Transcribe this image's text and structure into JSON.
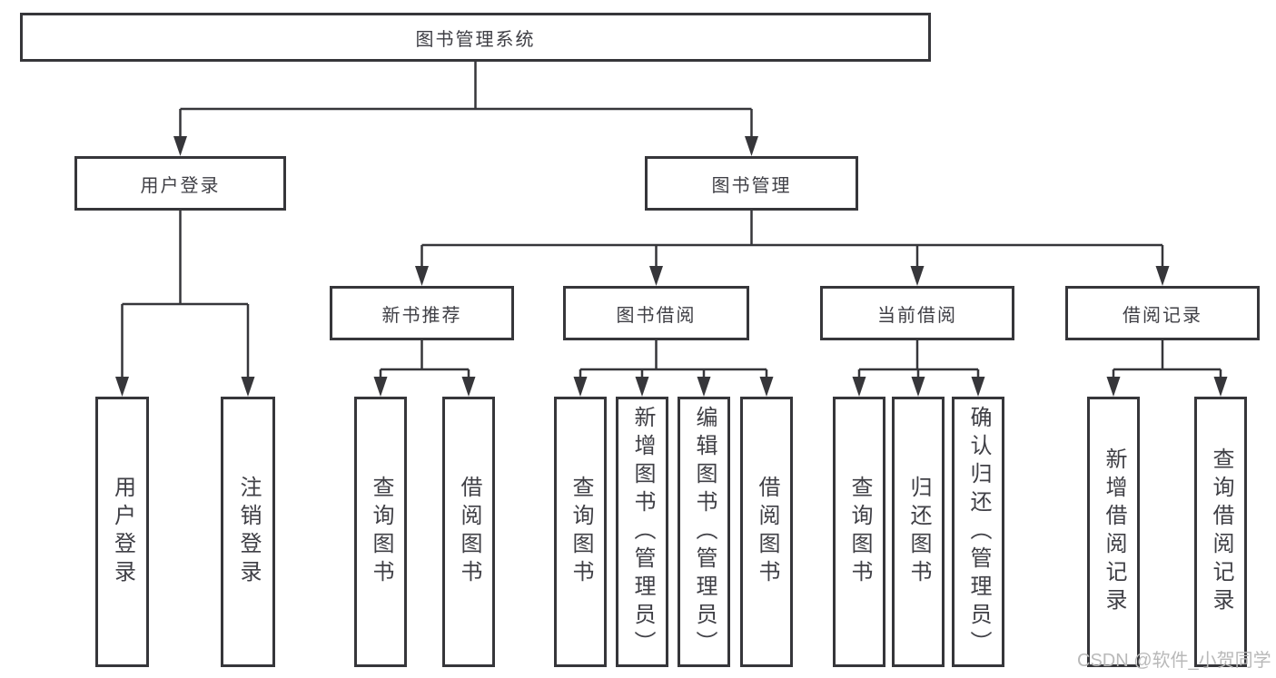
{
  "nodes": {
    "root": "图书管理系统",
    "level2": [
      "用户登录",
      "图书管理"
    ],
    "level3": [
      "新书推荐",
      "图书借阅",
      "当前借阅",
      "借阅记录"
    ],
    "leaves": [
      "用户登录",
      "注销登录",
      "查询图书",
      "借阅图书",
      "查询图书",
      "新增图书（管理员）",
      "编辑图书（管理员）",
      "借阅图书",
      "查询图书",
      "归还图书",
      "确认归还（管理员）",
      "新增借阅记录",
      "查询借阅记录"
    ]
  },
  "watermark": "CSDN @软件_小贺同学",
  "colors": {
    "line": "#36363a",
    "box_border": "#36363a",
    "text": "#3f3f45",
    "watermark": "#b9b9b9",
    "background": "#ffffff"
  }
}
